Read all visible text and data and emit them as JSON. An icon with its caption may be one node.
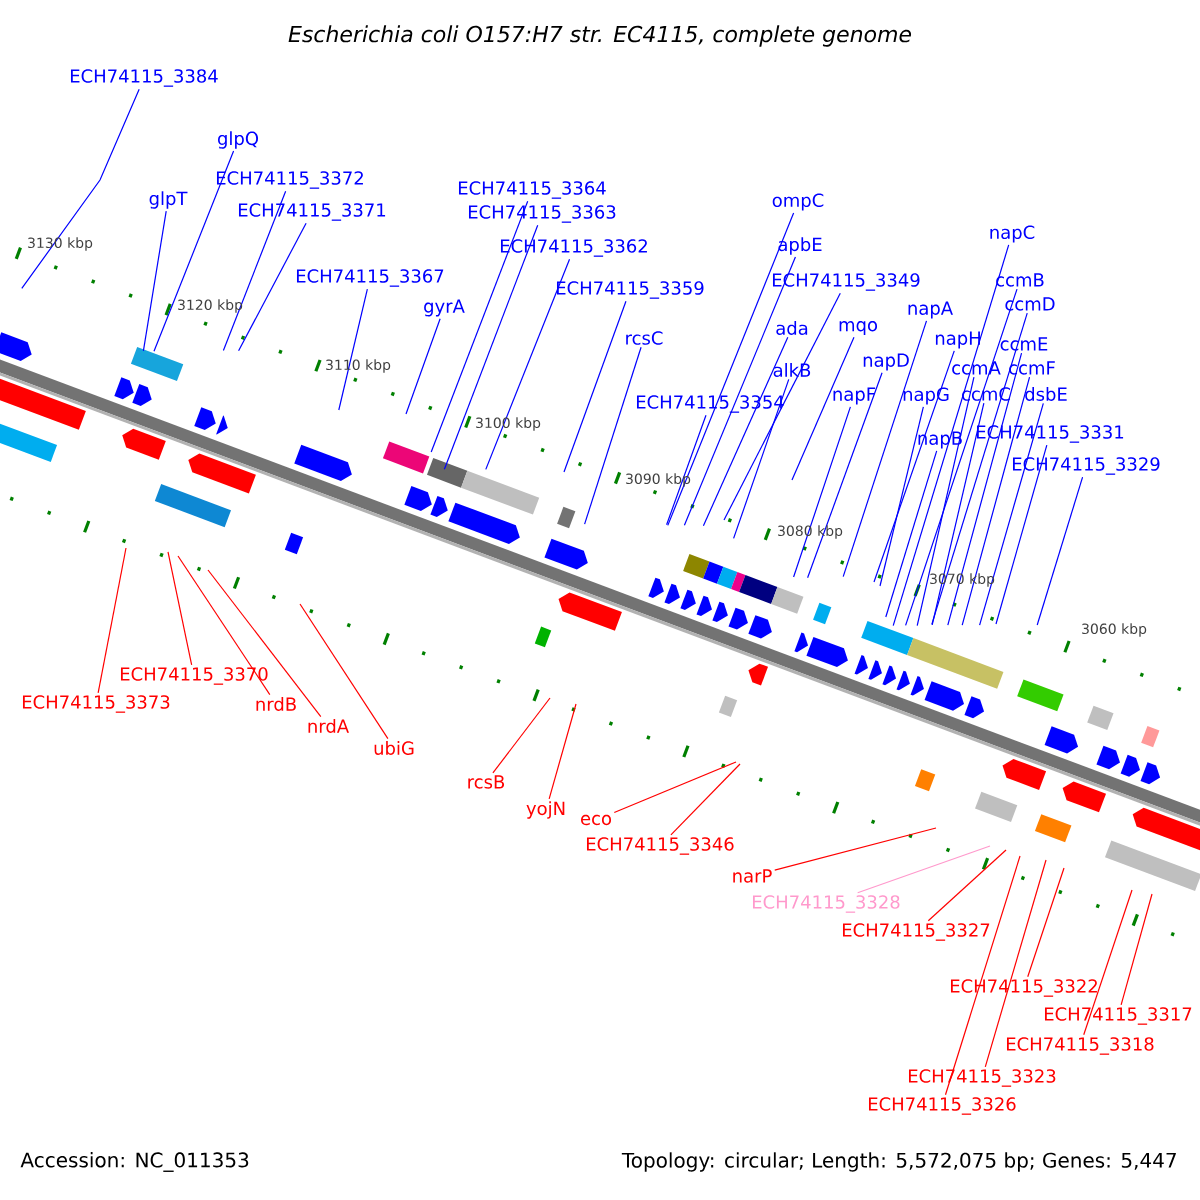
{
  "diagram": {
    "title": "Escherichia coli O157:H7 str. EC4115, complete genome",
    "nodes": [
      {
        "text": [
          "ECH74115_3384"
        ]
      },
      {
        "text": [
          "glpQ"
        ]
      },
      {
        "text": [
          "glpT"
        ]
      },
      {
        "text": [
          "ECH74115_3372"
        ]
      },
      {
        "text": [
          "ECH74115_3371"
        ]
      },
      {
        "text": [
          "ECH74115_3367"
        ]
      },
      {
        "text": [
          "gyrA"
        ]
      },
      {
        "text": [
          "ECH74115_3364"
        ]
      },
      {
        "text": [
          "ECH74115_3363"
        ]
      },
      {
        "text": [
          "ECH74115_3362"
        ]
      },
      {
        "text": [
          "ECH74115_3359"
        ]
      },
      {
        "text": [
          "rcsC"
        ]
      },
      {
        "text": [
          "ompC"
        ]
      },
      {
        "text": [
          "apbE"
        ]
      },
      {
        "text": [
          "ECH74115_3349"
        ]
      },
      {
        "text": [
          "ada"
        ]
      },
      {
        "text": [
          "alkB"
        ]
      },
      {
        "text": [
          "mqo"
        ]
      },
      {
        "text": [
          "ECH74115_3354"
        ]
      },
      {
        "text": [
          "napD"
        ]
      },
      {
        "text": [
          "napF"
        ]
      },
      {
        "text": [
          "napA"
        ]
      },
      {
        "text": [
          "napH"
        ]
      },
      {
        "text": [
          "napG"
        ]
      },
      {
        "text": [
          "napB"
        ]
      },
      {
        "text": [
          "napC"
        ]
      },
      {
        "text": [
          "ccmB"
        ]
      },
      {
        "text": [
          "ccmD"
        ]
      },
      {
        "text": [
          "ccmA"
        ]
      },
      {
        "text": [
          "ccmE"
        ]
      },
      {
        "text": [
          "ccmC"
        ]
      },
      {
        "text": [
          "ccmF"
        ]
      },
      {
        "text": [
          "dsbE"
        ]
      },
      {
        "text": [
          "ECH74115_3331"
        ]
      },
      {
        "text": [
          "ECH74115_3329"
        ]
      },
      {
        "text": [
          "ECH74115_3373"
        ]
      },
      {
        "text": [
          "ECH74115_3370"
        ]
      },
      {
        "text": [
          "nrdB"
        ]
      },
      {
        "text": [
          "nrdA"
        ]
      },
      {
        "text": [
          "ubiG"
        ]
      },
      {
        "text": [
          "rcsB"
        ]
      },
      {
        "text": [
          "yojN"
        ]
      },
      {
        "text": [
          "eco"
        ]
      },
      {
        "text": [
          "ECH74115_3346"
        ]
      },
      {
        "text": [
          "narP"
        ]
      },
      {
        "text": [
          "ECH74115_3328"
        ]
      },
      {
        "text": [
          "ECH74115_3327"
        ]
      },
      {
        "text": [
          "ECH74115_3322"
        ]
      },
      {
        "text": [
          "ECH74115_3317"
        ]
      },
      {
        "text": [
          "ECH74115_3318"
        ]
      },
      {
        "text": [
          "ECH74115_3323"
        ]
      },
      {
        "text": [
          "ECH74115_3326"
        ]
      }
    ],
    "edges": [
      {
        "from": 0,
        "to": null,
        "arrow": "none"
      },
      {
        "from": 1,
        "to": null,
        "arrow": "none"
      },
      {
        "from": 2,
        "to": null,
        "arrow": "none"
      },
      {
        "from": 3,
        "to": null,
        "arrow": "none"
      },
      {
        "from": 4,
        "to": null,
        "arrow": "none"
      },
      {
        "from": 5,
        "to": null,
        "arrow": "none"
      },
      {
        "from": 6,
        "to": null,
        "arrow": "none"
      },
      {
        "from": 7,
        "to": null,
        "arrow": "none"
      },
      {
        "from": 8,
        "to": null,
        "arrow": "none"
      },
      {
        "from": 9,
        "to": null,
        "arrow": "none"
      },
      {
        "from": 10,
        "to": null,
        "arrow": "none"
      },
      {
        "from": 11,
        "to": null,
        "arrow": "none"
      },
      {
        "from": 12,
        "to": null,
        "arrow": "none"
      },
      {
        "from": 13,
        "to": null,
        "arrow": "none"
      },
      {
        "from": 14,
        "to": null,
        "arrow": "none"
      },
      {
        "from": 15,
        "to": null,
        "arrow": "none"
      },
      {
        "from": 16,
        "to": null,
        "arrow": "none"
      },
      {
        "from": 17,
        "to": null,
        "arrow": "none"
      },
      {
        "from": 18,
        "to": null,
        "arrow": "none"
      },
      {
        "from": 19,
        "to": null,
        "arrow": "none"
      },
      {
        "from": 20,
        "to": null,
        "arrow": "none"
      },
      {
        "from": 21,
        "to": null,
        "arrow": "none"
      },
      {
        "from": 22,
        "to": null,
        "arrow": "none"
      },
      {
        "from": 23,
        "to": null,
        "arrow": "none"
      },
      {
        "from": 24,
        "to": null,
        "arrow": "none"
      },
      {
        "from": 25,
        "to": null,
        "arrow": "none"
      },
      {
        "from": 26,
        "to": null,
        "arrow": "none"
      },
      {
        "from": 27,
        "to": null,
        "arrow": "none"
      },
      {
        "from": 28,
        "to": null,
        "arrow": "none"
      },
      {
        "from": 29,
        "to": null,
        "arrow": "none"
      },
      {
        "from": 30,
        "to": null,
        "arrow": "none"
      },
      {
        "from": 31,
        "to": null,
        "arrow": "none"
      },
      {
        "from": 32,
        "to": null,
        "arrow": "none"
      },
      {
        "from": 33,
        "to": null,
        "arrow": "none"
      },
      {
        "from": 34,
        "to": null,
        "arrow": "none"
      },
      {
        "from": 35,
        "to": null,
        "arrow": "none",
        "color": "#ff0000"
      },
      {
        "from": 36,
        "to": null,
        "arrow": "none",
        "color": "#ff0000"
      },
      {
        "from": 37,
        "to": null,
        "arrow": "none",
        "color": "#ff0000"
      },
      {
        "from": 38,
        "to": null,
        "arrow": "none",
        "color": "#ff0000"
      },
      {
        "from": 39,
        "to": null,
        "arrow": "none",
        "color": "#ff0000"
      },
      {
        "from": 40,
        "to": null,
        "arrow": "none",
        "color": "#ff0000"
      },
      {
        "from": 41,
        "to": null,
        "arrow": "none",
        "color": "#ff0000"
      },
      {
        "from": 42,
        "to": null,
        "arrow": "none",
        "color": "#ff0000"
      },
      {
        "from": 43,
        "to": null,
        "arrow": "none",
        "color": "#ff0000"
      },
      {
        "from": 44,
        "to": null,
        "arrow": "none",
        "color": "#ff0000"
      },
      {
        "from": 45,
        "to": null,
        "arrow": "none",
        "color": "#ff99cc"
      },
      {
        "from": 46,
        "to": null,
        "arrow": "none",
        "color": "#ff0000"
      },
      {
        "from": 47,
        "to": null,
        "arrow": "none",
        "color": "#ff0000"
      },
      {
        "from": 48,
        "to": null,
        "arrow": "none",
        "color": "#ff0000"
      },
      {
        "from": 49,
        "to": null,
        "arrow": "none",
        "color": "#ff0000"
      },
      {
        "from": 50,
        "to": null,
        "arrow": "none",
        "color": "#ff0000"
      },
      {
        "from": 51,
        "to": null,
        "arrow": "none",
        "color": "#ff0000"
      }
    ],
    "labels": [
      "3130 kbp",
      "3120 kbp",
      "3110 kbp",
      "3100 kbp",
      "3090 kbp",
      "3080 kbp",
      "3070 kbp",
      "3060 kbp",
      "Accession: NC_011353",
      "Topology: circular; Length: 5,572,075 bp; Genes: 5,447"
    ]
  }
}
